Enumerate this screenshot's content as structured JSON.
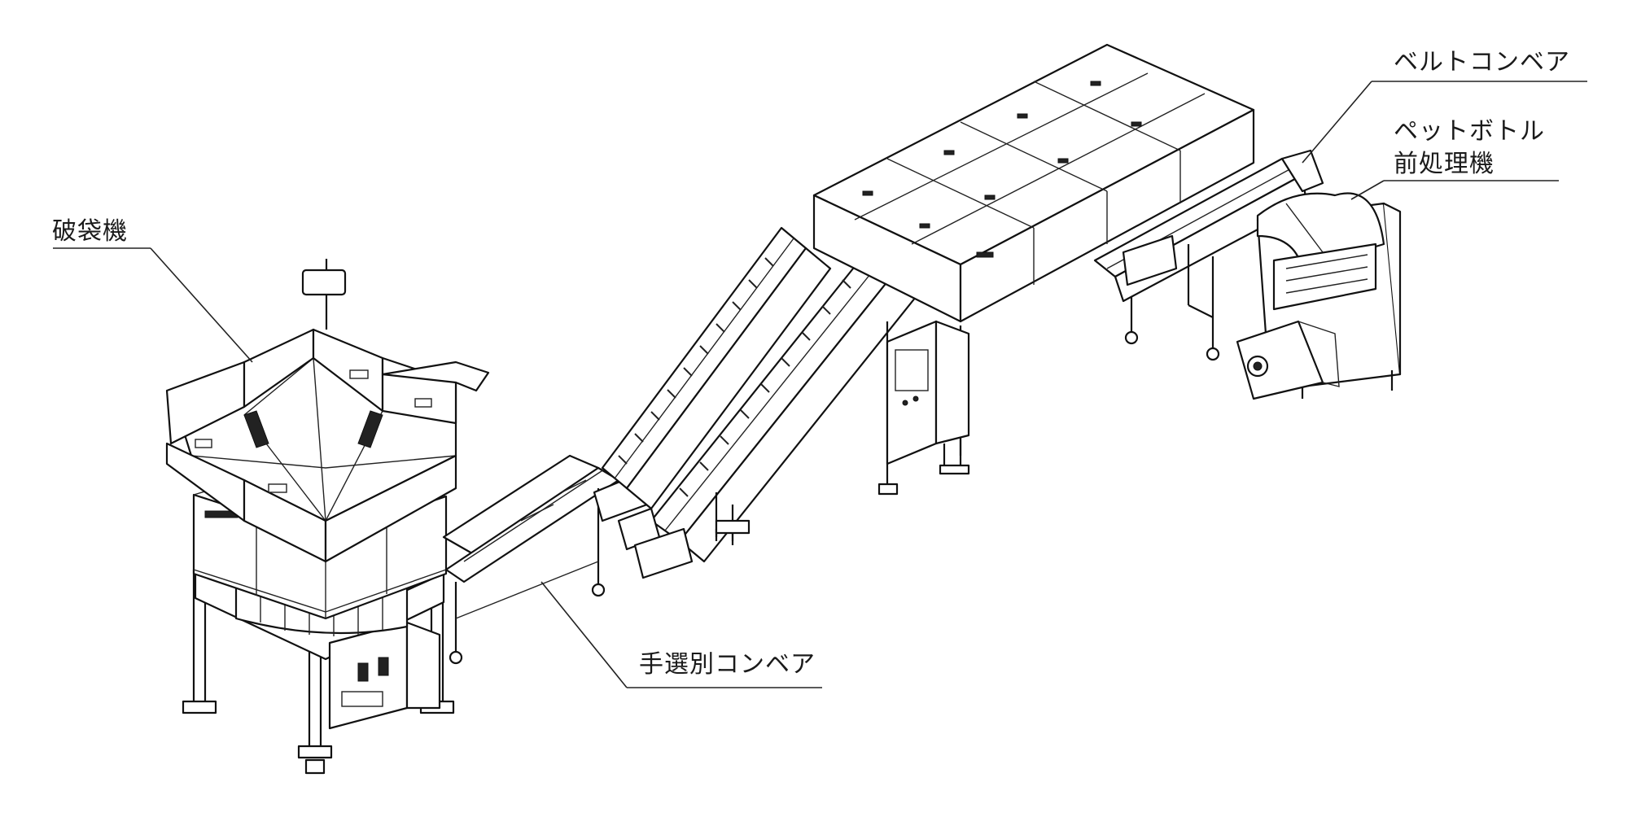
{
  "labels": {
    "hasouki": "破袋機",
    "belt_conveyor": "ベルトコンベア",
    "pet_preprocessor_line1": "ペットボトル",
    "pet_preprocessor_line2": "前処理機",
    "hand_sorting_conveyor": "手選別コンベア"
  },
  "colors": {
    "line": "#111111",
    "background": "#ffffff"
  }
}
